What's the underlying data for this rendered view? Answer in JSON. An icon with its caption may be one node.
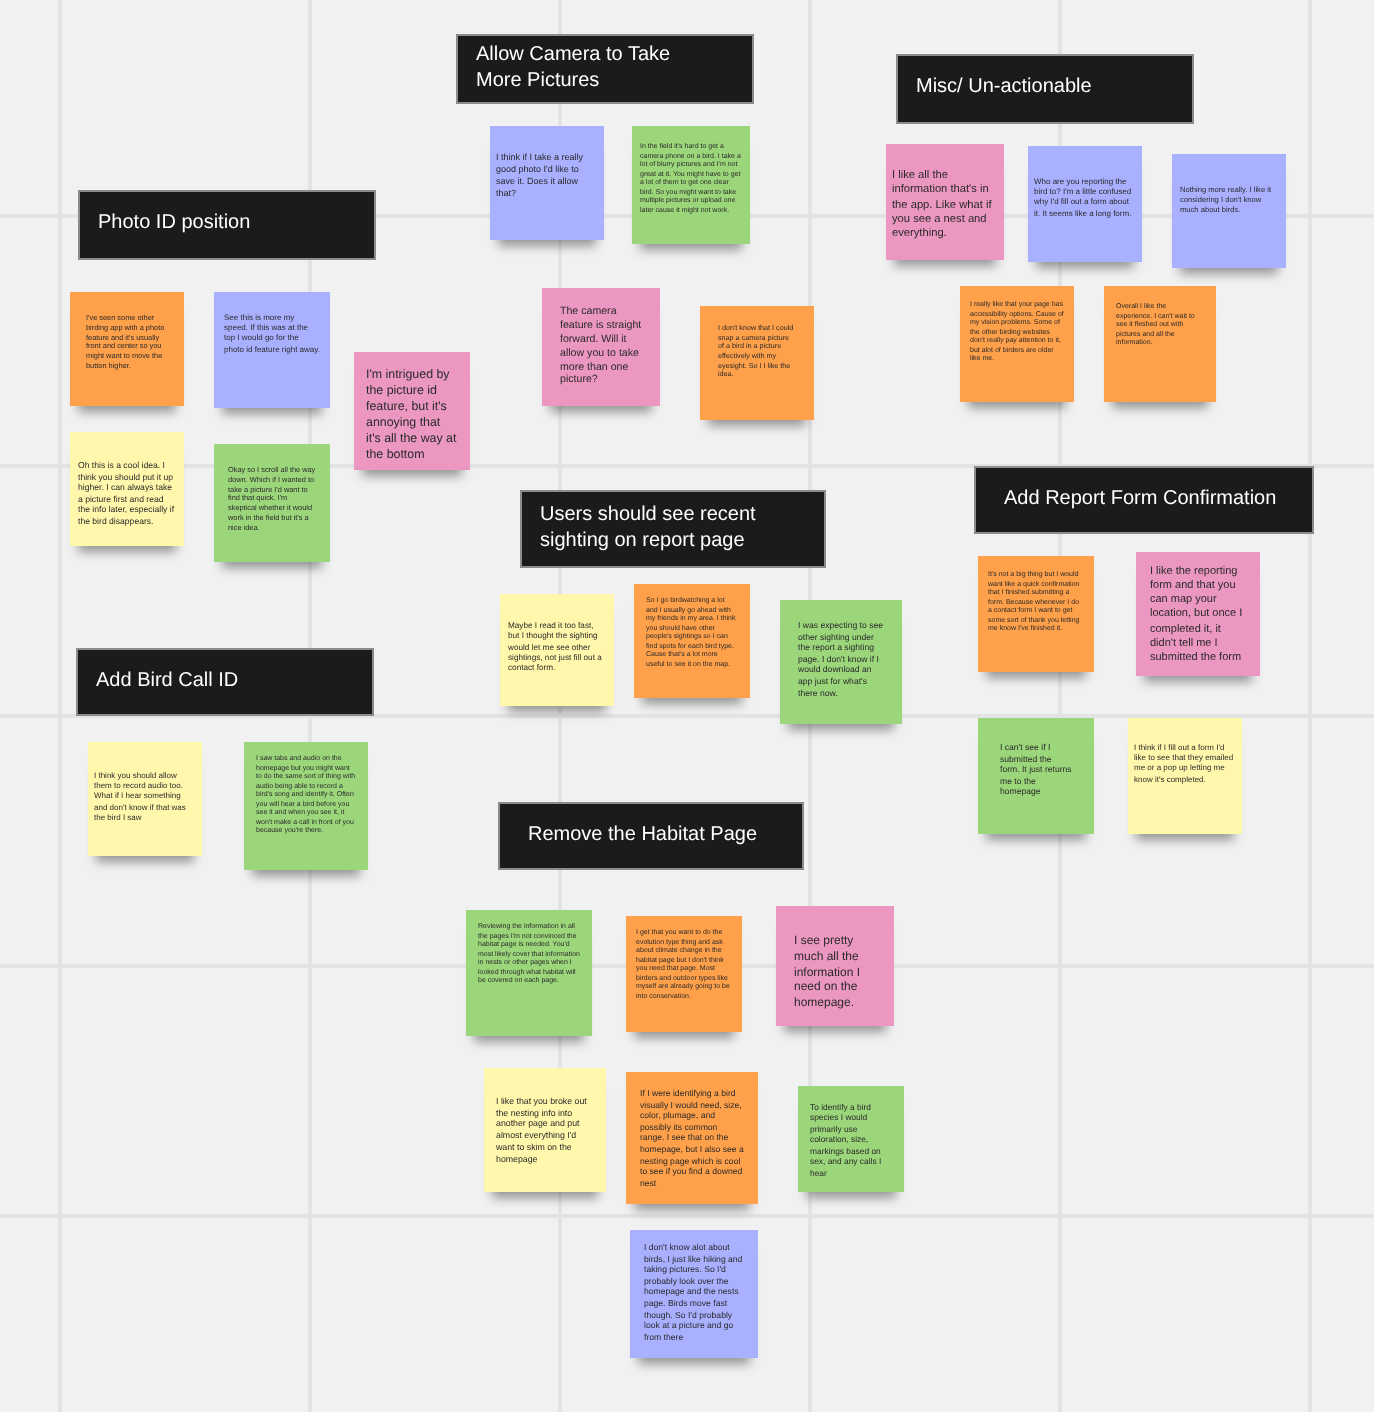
{
  "diagram": {
    "nodes": [
      {
        "text": [
          "Photo ID position"
        ]
      },
      {
        "text": [
          "I've seen some other birding app with a photo feature and it's usually front and center so you might want to move the button higher."
        ]
      },
      {
        "text": [
          "See this is more my speed. If this was at the top I would go for the photo id feature right away."
        ]
      },
      {
        "text": [
          "I'm intrigued by the picture id feature, but it's annoying that it's all the way at the bottom"
        ]
      },
      {
        "text": [
          "Oh this is a cool idea. I think you should put it up higher. I can always take a picture first and read the info later, especially if the bird disappears."
        ]
      },
      {
        "text": [
          "Okay so I scroll all the way down. Which if I wanted to take a picture I'd want to find that quick. I'm skeptical whether it would work in the field but it's a nice idea."
        ]
      },
      {
        "text": [
          "Allow Camera to Take More Pictures"
        ]
      },
      {
        "text": [
          "I think if I take a really good photo I'd like to save it. Does it allow that?"
        ]
      },
      {
        "text": [
          "In the field it's hard to get a camera phone on a bird. I take a lot of blurry pictures and I'm not great at it. You might have to get a lot of them to get one clear bird. So you might want to take multiple pictures or upload one later cause it might not work."
        ]
      },
      {
        "text": [
          "The camera feature is straight forward. Will it allow you to take more than one picture?"
        ]
      },
      {
        "text": [
          "I don't know that I could snap a camera picture of a bird in a picture effectively with my eyesight. So I I like the idea."
        ]
      },
      {
        "text": [
          "Misc/ Un-actionable"
        ]
      },
      {
        "text": [
          "I like all the information that's in the app. Like what if you see a nest and everything."
        ]
      },
      {
        "text": [
          "Who are you reporting the bird to? I'm a little confused why I'd fill out a form about it. It seems like a long form."
        ]
      },
      {
        "text": [
          "Nothing more really. I like it considering I don't know much about birds."
        ]
      },
      {
        "text": [
          "I really like that your page has accessibility options. Cause of my vision problems. Some of the other birding websites don't really pay attention to it, but alot of birders are older like me."
        ]
      },
      {
        "text": [
          "Overall I like the experience. I can't wait to see it fleshed out with pictures and all the information."
        ]
      },
      {
        "text": [
          "Users should see recent sighting on report page"
        ]
      },
      {
        "text": [
          "Maybe I read it too fast, but I thought the sighting would let me see other sightings, not just fill out a contact form."
        ]
      },
      {
        "text": [
          "So I go birdwatching a lot and I usually go ahead with my friends in my area. I think you should have other people's sightings so I can find spots for each bird type. Cause that's a lot more useful to see it on the map."
        ]
      },
      {
        "text": [
          "I was expecting to see other sighting under the report a sighting page. I don't know if I would download an app just for what's there now."
        ]
      },
      {
        "text": [
          "Add Report Form Confirmation"
        ]
      },
      {
        "text": [
          "It's not a big thing but I would want like a quick confirmation that I finished submitting a form. Because whenever I do a contact form I want to get some sort of thank you letting me know I've finished it."
        ]
      },
      {
        "text": [
          "I like the reporting form and that you can map your location, but once I completed it, it didn't tell me I submitted the form"
        ]
      },
      {
        "text": [
          "I can't see if I submitted the form. It just returns me to the homepage"
        ]
      },
      {
        "text": [
          "I think if I fill out a form I'd like to see that they emailed me or a pop up letting me know it's completed."
        ]
      },
      {
        "text": [
          "Add Bird Call ID"
        ]
      },
      {
        "text": [
          "I think you should allow them to record audio too. What if I hear something and don't know if that was the bird I saw"
        ]
      },
      {
        "text": [
          "I saw tabs and audio on the homepage but you might want to do the same sort of thing with audio being able to record a bird's song and identify it. Often you will hear a bird before you see it and when you see it, it won't make a call in front of you because you're there."
        ]
      },
      {
        "text": [
          "Remove the Habitat Page"
        ]
      },
      {
        "text": [
          "Reviewing the information in all the pages I'm not convinced the habitat page is needed. You'd most likely cover that information in nests or other pages when I looked through what habitat will be covered on each page."
        ]
      },
      {
        "text": [
          "I get that you want to do the evolution type thing and ask about climate change in the habitat page but I don't think you need that page. Most birders and outdoor types like myself are already going to be into conservation."
        ]
      },
      {
        "text": [
          "I see pretty much all the information I need on the homepage."
        ]
      },
      {
        "text": [
          "I like that you broke out the nesting info into another page and put almost everything I'd want to skim on the homepage"
        ]
      },
      {
        "text": [
          "If I were identifying a bird visually I would need, size, color, plumage, and possibly its common range. I see that on the homepage, but I also see a nesting page which is cool to see if you find a downed nest"
        ]
      },
      {
        "text": [
          "To identify a bird species I would primarily use coloration, size, markings based on sex, and any calls I hear"
        ]
      },
      {
        "text": [
          "I don't know alot about birds, I just like hiking and taking pictures. So I'd probably look over the homepage and the nests page. Birds move fast though. So I'd probably look at a picture and go from there"
        ]
      }
    ]
  }
}
